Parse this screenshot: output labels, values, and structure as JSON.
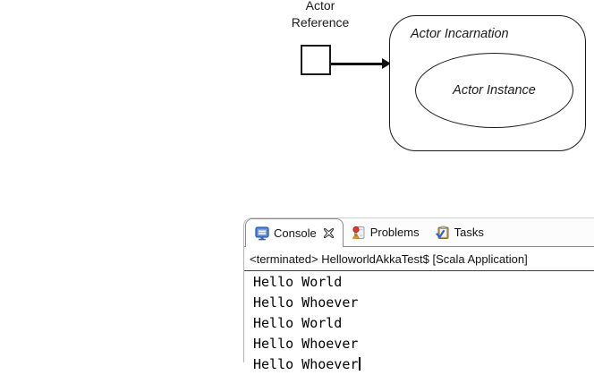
{
  "diagram": {
    "reference_label_line1": "Actor",
    "reference_label_line2": "Reference",
    "incarnation_label": "Actor Incarnation",
    "instance_label": "Actor Instance"
  },
  "console_panel": {
    "tabs": [
      {
        "label": "Console",
        "icon": "console-monitor-icon",
        "active": true,
        "close_icon": "close-x-icon"
      },
      {
        "label": "Problems",
        "icon": "problems-markers-icon",
        "active": false
      },
      {
        "label": "Tasks",
        "icon": "tasks-clipboard-icon",
        "active": false
      }
    ],
    "status_line": "<terminated> HelloworldAkkaTest$ [Scala Application]",
    "output_lines": [
      "Hello World",
      "Hello Whoever",
      "Hello World",
      "Hello Whoever",
      "Hello Whoever"
    ],
    "colors": {
      "tab_border": "#8a8a8a",
      "status_separator": "#3f3f3f",
      "console_icon_blue": "#3f6ec0",
      "problems_error_red": "#df382c",
      "problems_warning_amber": "#f2a33c",
      "tasks_clipboard_tan": "#c0985c",
      "tasks_check_blue": "#2f62c4",
      "diagram_stroke": "#1a1a1a"
    }
  }
}
